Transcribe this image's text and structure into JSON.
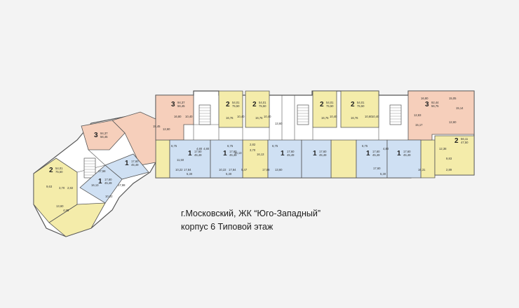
{
  "caption": {
    "line1": "г.Московский, ЖК “Юго-Западный”",
    "line2": "корпус 6  Типовой этаж"
  },
  "colors": {
    "background": "#f3f3f3",
    "one_room": "#cfe0f3",
    "two_room": "#f4ecaa",
    "three_room": "#f6cfbb",
    "corridor": "#ffffff",
    "walls": "#555555"
  },
  "apartments": [
    {
      "id": "a1",
      "rooms": "3",
      "labels": [
        "3",
        "94,37",
        "56,45"
      ]
    },
    {
      "id": "a2",
      "rooms": "2",
      "labels": [
        "2",
        "54,01",
        "75,50"
      ]
    },
    {
      "id": "a3",
      "rooms": "2",
      "labels": [
        "2",
        "54,01",
        "75,50"
      ]
    },
    {
      "id": "a4",
      "rooms": "2",
      "labels": [
        "2",
        "54,01",
        "75,50"
      ]
    },
    {
      "id": "a5",
      "rooms": "2",
      "labels": [
        "2",
        "54,01",
        "75,50"
      ]
    },
    {
      "id": "a6",
      "rooms": "3",
      "labels": [
        "3",
        "92,44",
        "56,75"
      ]
    },
    {
      "id": "a7",
      "rooms": "2",
      "labels": [
        "2",
        "56,11",
        "47,50"
      ]
    },
    {
      "id": "a8",
      "rooms": "1",
      "labels": [
        "1",
        "17,60",
        "45,49"
      ]
    },
    {
      "id": "a9",
      "rooms": "1",
      "labels": [
        "1",
        "17,60",
        "45,49"
      ]
    },
    {
      "id": "a10",
      "rooms": "1",
      "labels": [
        "1",
        "17,60",
        "45,49"
      ]
    },
    {
      "id": "a11",
      "rooms": "1",
      "labels": [
        "1",
        "17,60",
        "45,49"
      ]
    },
    {
      "id": "a12",
      "rooms": "1",
      "labels": [
        "1",
        "17,60",
        "45,49"
      ]
    },
    {
      "id": "a13",
      "rooms": "1",
      "labels": [
        "1",
        "17,60",
        "45,49"
      ]
    },
    {
      "id": "a14",
      "rooms": "3",
      "labels": [
        "3",
        "94,37",
        "56,45"
      ]
    },
    {
      "id": "a15",
      "rooms": "2",
      "labels": [
        "2",
        "54,01",
        "75,50"
      ]
    },
    {
      "id": "a16",
      "rooms": "1",
      "labels": [
        "1",
        "17,60",
        "45,49"
      ]
    },
    {
      "id": "a17",
      "rooms": "1",
      "labels": [
        "1",
        "17,60",
        "45,49"
      ]
    }
  ],
  "area_values": [
    "16,80",
    "10,40",
    "12,60",
    "15,45",
    "16,76",
    "10,40",
    "16,76",
    "10,40",
    "13,60",
    "16,76",
    "10,40",
    "16,76",
    "10,60",
    "10,40",
    "15,14",
    "12,60",
    "10,22",
    "17,84",
    "10,22",
    "17,84",
    "5,30",
    "5,30",
    "4,80",
    "4,80",
    "6,75",
    "6,75",
    "16,13",
    "16,13",
    "17,88",
    "5,47",
    "3,70",
    "2,82",
    "15,17",
    "9,83",
    "12,38",
    "16,31",
    "2,89",
    "13,60",
    "11,50",
    "6,75",
    "6,75",
    "17,60",
    "5,30",
    "4,80",
    "16,80",
    "12,83",
    "15,05",
    "17,58",
    "17,88",
    "16,13",
    "10,22",
    "3,70",
    "2,82",
    "9,63",
    "4,85",
    "13,60"
  ]
}
